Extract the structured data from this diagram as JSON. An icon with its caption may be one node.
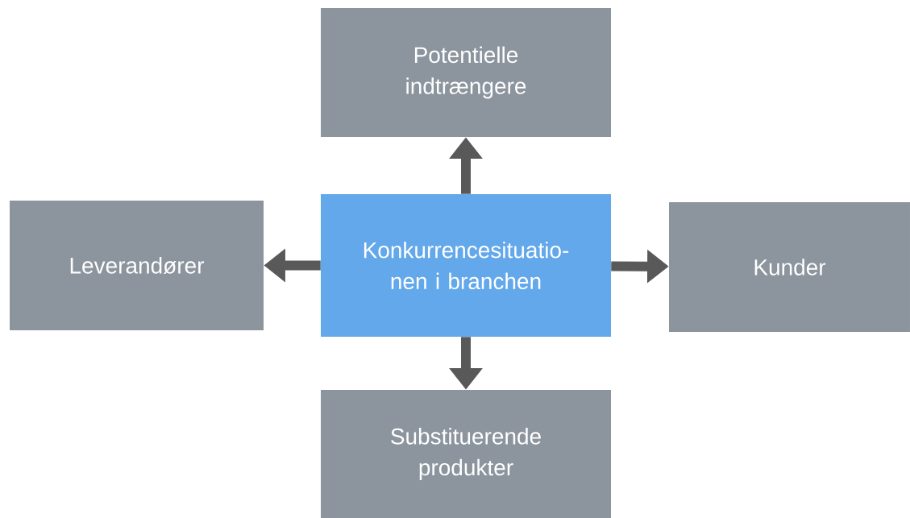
{
  "diagram": {
    "nodes": [
      {
        "text": [
          "Potentielle indtrængere"
        ]
      },
      {
        "text": [
          "Leverandører"
        ]
      },
      {
        "text": [
          "Konkurrencesituatio- nen i branchen"
        ]
      },
      {
        "text": [
          "Kunder"
        ]
      },
      {
        "text": [
          "Substituerende produkter"
        ]
      }
    ],
    "edges": [
      {
        "from": 2,
        "to": 0,
        "arrow": "to"
      },
      {
        "from": 2,
        "to": 1,
        "arrow": "to"
      },
      {
        "from": 2,
        "to": 3,
        "arrow": "to"
      },
      {
        "from": 2,
        "to": 4,
        "arrow": "to"
      }
    ]
  }
}
